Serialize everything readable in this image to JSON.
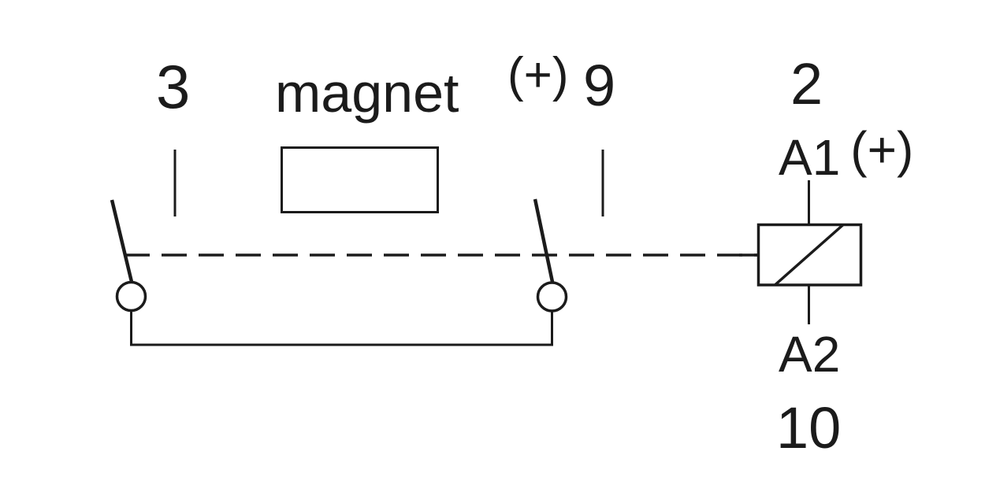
{
  "diagram": {
    "type": "electrical-schematic",
    "component_label": "magnet",
    "labels": {
      "terminal_3": "3",
      "top_polarity": "(+)",
      "terminal_9": "9",
      "terminal_2": "2",
      "coil_a1": "A1",
      "coil_a1_polarity": "(+)",
      "coil_a2": "A2",
      "terminal_10": "10"
    },
    "colors": {
      "line": "#1b1b1b",
      "background": "#ffffff"
    }
  }
}
